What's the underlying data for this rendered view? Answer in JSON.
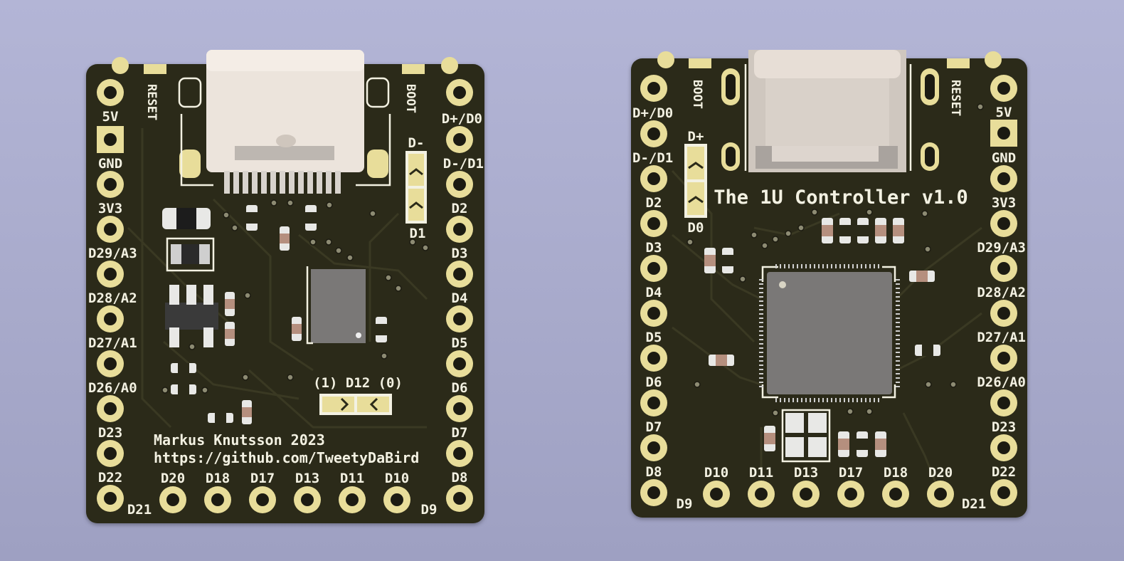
{
  "left_board": {
    "top_labels": [
      "RESET",
      "BOOT"
    ],
    "left_pins": [
      "5V",
      "GND",
      "3V3",
      "D29/A3",
      "D28/A2",
      "D27/A1",
      "D26/A0",
      "D23",
      "D22"
    ],
    "right_pins": [
      "D+/D0",
      "D-/D1",
      "D2",
      "D3",
      "D4",
      "D5",
      "D6",
      "D7",
      "D8"
    ],
    "bottom_pins": [
      "D20",
      "D18",
      "D17",
      "D13",
      "D11",
      "D10"
    ],
    "corner_labels": [
      "D21",
      "D9"
    ],
    "jumper_top": "D-",
    "jumper_bottom": "D1",
    "jumper_mid": "(1) D12 (0)",
    "author": "Markus Knutsson 2023",
    "url": "https://github.com/TweetyDaBird"
  },
  "right_board": {
    "top_labels": [
      "BOOT",
      "RESET"
    ],
    "left_pins": [
      "D+/D0",
      "D-/D1",
      "D2",
      "D3",
      "D4",
      "D5",
      "D6",
      "D7",
      "D8"
    ],
    "right_pins": [
      "5V",
      "GND",
      "3V3",
      "D29/A3",
      "D28/A2",
      "D27/A1",
      "D26/A0",
      "D23",
      "D22"
    ],
    "bottom_pins": [
      "D10",
      "D11",
      "D13",
      "D17",
      "D18",
      "D20"
    ],
    "corner_labels": [
      "D9",
      "D21"
    ],
    "jumper_top": "D+",
    "jumper_bottom": "D0",
    "title": "The 1U Controller v1.0"
  },
  "colors": {
    "pcb": "#2b2a19",
    "silkscreen": "#f3f1e2",
    "pad_gold": "#e8dd9a",
    "background": "#a9abcc"
  }
}
